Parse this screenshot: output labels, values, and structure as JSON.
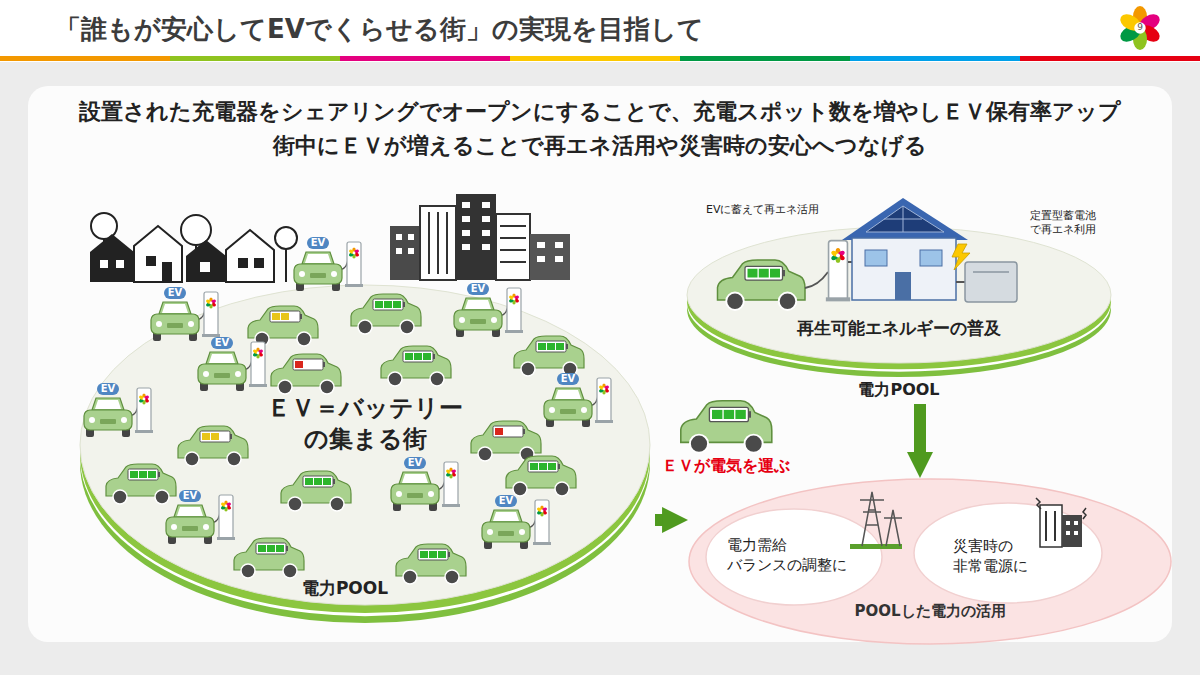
{
  "diagram": {
    "title": "「誰もが安心してEVでくらせる街」の実現を目指して",
    "nodes": [
      {
        "text": [
          "ＥＶ＝バッテリー の集まる街",
          "電力POOL"
        ]
      },
      {
        "text": [
          "再生可能エネルギーの普及",
          "電力POOL"
        ]
      },
      {
        "text": [
          "POOLした電力の活用"
        ]
      },
      {
        "text": [
          "電力需給 バランスの調整に"
        ],
        "in": 2
      },
      {
        "text": [
          "災害時の 非常電源に"
        ],
        "in": 2
      }
    ],
    "edges": [
      {
        "from": 0,
        "to": 2,
        "arrow": "to",
        "label": "ＥＶが電気を運ぶ"
      },
      {
        "from": 1,
        "to": 2,
        "arrow": "to"
      }
    ],
    "labels": [
      "9",
      "設置された充電器をシェアリングでオープンにすることで、充電スポット数を増やしＥＶ保有率アップ",
      "街中にＥＶが増えることで再エネ活用や災害時の安心へつなげる",
      "EVに蓄えて再エネ活用",
      "定置型蓄電池 で再エネ利用",
      "EV",
      "EV",
      "EV",
      "EV",
      "EV",
      "EV",
      "EV",
      "EV",
      "EV"
    ]
  }
}
